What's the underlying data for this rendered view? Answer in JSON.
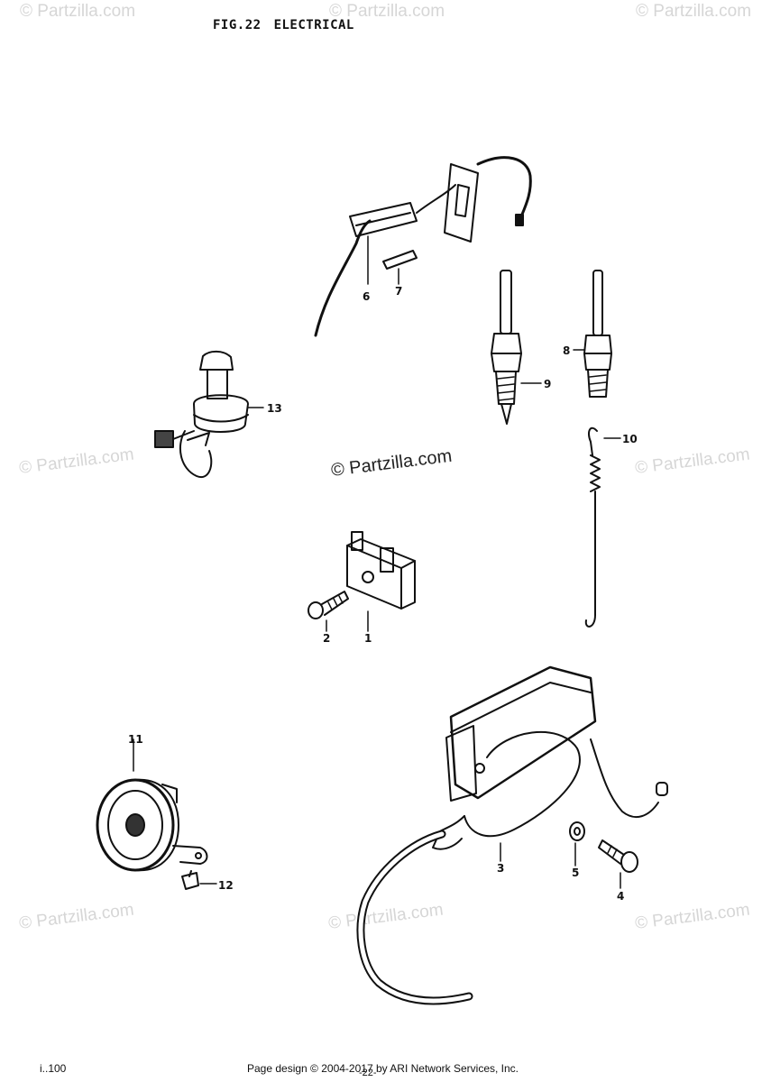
{
  "figure": {
    "number": "FIG.22",
    "name": "ELECTRICAL"
  },
  "watermark": "© Partzilla.com",
  "callouts": [
    "1",
    "2",
    "3",
    "4",
    "5",
    "6",
    "7",
    "8",
    "9",
    "10",
    "11",
    "12",
    "13"
  ],
  "footer": {
    "code": "i..100",
    "page": "-22-",
    "credit": "Page design © 2004-2017 by ARI Network Services, Inc."
  }
}
